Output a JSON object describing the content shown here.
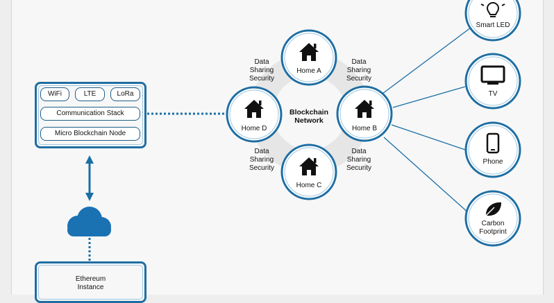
{
  "device_panel": {
    "chips": [
      "WiFi",
      "LTE",
      "LoRa"
    ],
    "communication_stack": "Communication Stack",
    "micro_node": "Micro Blockchain Node"
  },
  "ethereum": {
    "label_line1": "Ethereum",
    "label_line2": "Instance"
  },
  "network": {
    "label_line1": "Blockchain",
    "label_line2": "Network"
  },
  "homes": {
    "a": "Home A",
    "b": "Home B",
    "c": "Home C",
    "d": "Home D"
  },
  "link_label": {
    "line1": "Data",
    "line2": "Sharing",
    "line3": "Security"
  },
  "devices": {
    "smart_led": "Smart LED",
    "tv": "TV",
    "phone": "Phone",
    "carbon_line1": "Carbon",
    "carbon_line2": "Footprint"
  },
  "colors": {
    "accent": "#1e6ea3",
    "line": "#1a6fa5",
    "ring": "#e6e6e6",
    "cloud": "#1a72b3",
    "icon": "#111111"
  }
}
